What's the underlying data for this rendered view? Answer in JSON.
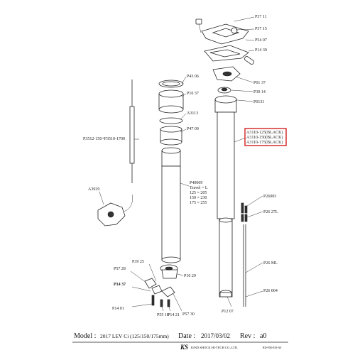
{
  "labels": {
    "p37_11": "P37 11",
    "p37_15": "P37 15",
    "p54_07": "P54 07",
    "p14_39": "P14 39",
    "p01_37": "P01 37",
    "p30_14": "P30 14",
    "p0131": "P0131",
    "p43_06": "P43 06",
    "p10_37": "P10 37",
    "a3113": "A3113",
    "p47_09": "P47 09",
    "p3512": "P3512-150+P3510-1700",
    "a3110_125": "A3110-125(BLACK)",
    "a3110_150": "A3110-150(BLACK)",
    "a3110_175": "A3110-175(BLACK)",
    "p40009": "P40009",
    "travel": "Travel = L",
    "t125": "125 = 205",
    "t150": "150 = 230",
    "t175": "175 = 255",
    "a3929": "A3929",
    "p26003": "P26003",
    "p26_27l": "P26 27L",
    "p39_25": "P39 25",
    "p57_28": "P57 28",
    "p14_37": "P14 37",
    "p10_29": "P10 29",
    "p26_ml": "P26 ML",
    "p26_004": "P26 004",
    "p14_01": "P14 01",
    "p55_18": "P55 18",
    "p14_21": "P14 21",
    "p57_30": "P57 30",
    "p12_07": "P12 07"
  },
  "footer": {
    "model_label": "Model :",
    "model_value": "2017 LEV Ci (125/150/175mm)",
    "date_label": "Date :",
    "date_value": "2017/03/02",
    "rev_label": "Rev :",
    "rev_value": "a0",
    "logo": "KS",
    "company": "KIND SHOCK HI-TECH CO.,LTD.",
    "doc_code": "RD-FM-018-A0"
  }
}
